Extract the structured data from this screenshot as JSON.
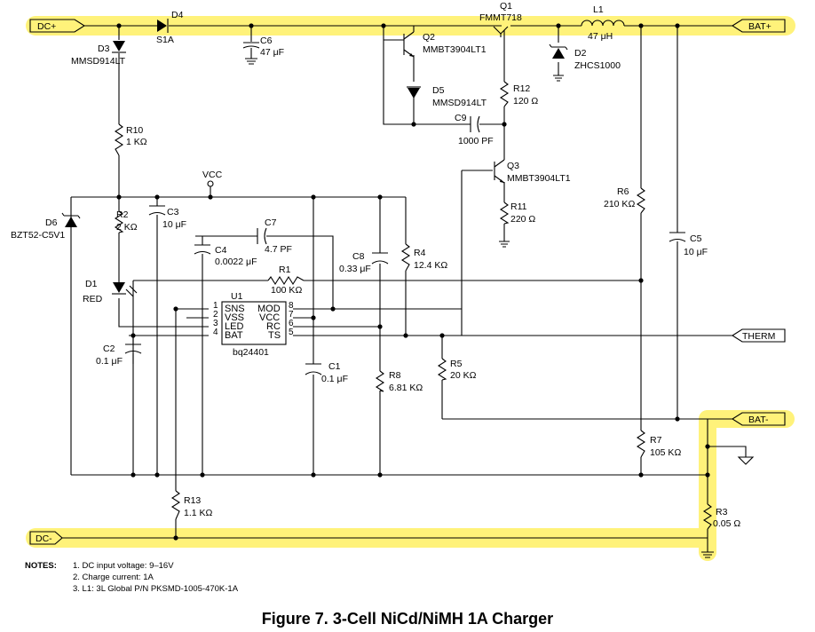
{
  "colors": {
    "highlight": "#fff27a",
    "line": "#000000"
  },
  "terminals": {
    "dc_plus": "DC+",
    "dc_minus": "DC-",
    "bat_plus": "BAT+",
    "bat_minus": "BAT-",
    "therm": "THERM"
  },
  "parts": {
    "D4": {
      "ref": "D4",
      "value": "S1A"
    },
    "D3": {
      "ref": "D3",
      "value": "MMSD914LT"
    },
    "C6": {
      "ref": "C6",
      "value": "47 μF"
    },
    "Q2": {
      "ref": "Q2",
      "value": "MMBT3904LT1"
    },
    "Q1": {
      "ref": "Q1",
      "value": "FMMT718"
    },
    "L1": {
      "ref": "L1",
      "value": "47 μH"
    },
    "D2": {
      "ref": "D2",
      "value": "ZHCS1000"
    },
    "D5": {
      "ref": "D5",
      "value": "MMSD914LT"
    },
    "R12": {
      "ref": "R12",
      "value": "120 Ω"
    },
    "C9": {
      "ref": "C9",
      "value": "1000 PF"
    },
    "R10": {
      "ref": "R10",
      "value": "1 KΩ"
    },
    "Q3": {
      "ref": "Q3",
      "value": "MMBT3904LT1"
    },
    "VCC": {
      "ref": "VCC"
    },
    "R6": {
      "ref": "R6",
      "value": "210 KΩ"
    },
    "D6": {
      "ref": "D6",
      "value": "BZT52-C5V1"
    },
    "R2": {
      "ref": "R2",
      "value": "2 KΩ"
    },
    "C3": {
      "ref": "C3",
      "value": "10 μF"
    },
    "R11": {
      "ref": "R11",
      "value": "220 Ω"
    },
    "C7": {
      "ref": "C7",
      "value": "4.7 PF"
    },
    "C4": {
      "ref": "C4",
      "value": "0.0022 μF"
    },
    "C5": {
      "ref": "C5",
      "value": "10 μF"
    },
    "C8": {
      "ref": "C8",
      "value": "0.33 μF"
    },
    "R4": {
      "ref": "R4",
      "value": "12.4 KΩ"
    },
    "D1": {
      "ref": "D1",
      "value": "RED"
    },
    "R1": {
      "ref": "R1",
      "value": "100 KΩ"
    },
    "C2": {
      "ref": "C2",
      "value": "0.1 μF"
    },
    "C1": {
      "ref": "C1",
      "value": "0.1 μF"
    },
    "R5": {
      "ref": "R5",
      "value": "20 KΩ"
    },
    "R8": {
      "ref": "R8",
      "value": "6.81 KΩ"
    },
    "R7": {
      "ref": "R7",
      "value": "105 KΩ"
    },
    "R13": {
      "ref": "R13",
      "value": "1.1 KΩ"
    },
    "R3": {
      "ref": "R3",
      "value": "0.05 Ω"
    }
  },
  "ic": {
    "ref": "U1",
    "name": "bq24401",
    "pins_left": [
      {
        "num": "1",
        "name": "SNS"
      },
      {
        "num": "2",
        "name": "VSS"
      },
      {
        "num": "3",
        "name": "LED"
      },
      {
        "num": "4",
        "name": "BAT"
      }
    ],
    "pins_right": [
      {
        "num": "8",
        "name": "MOD"
      },
      {
        "num": "7",
        "name": "VCC"
      },
      {
        "num": "6",
        "name": "RC"
      },
      {
        "num": "5",
        "name": "TS"
      }
    ]
  },
  "notes": {
    "heading": "NOTES:",
    "items": [
      "1. DC input voltage: 9–16V",
      "2. Charge current: 1A",
      "3. L1: 3L Global P/N PKSMD-1005-470K-1A"
    ]
  },
  "caption": "Figure 7.  3-Cell NiCd/NiMH 1A Charger"
}
